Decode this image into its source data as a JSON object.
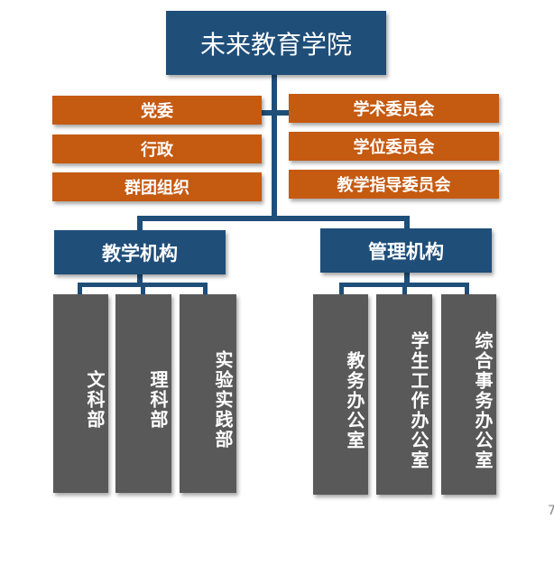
{
  "root": "未来教育学院",
  "left_units": [
    "党委",
    "行政",
    "群团组织"
  ],
  "right_units": [
    "学术委员会",
    "学位委员会",
    "教学指导委员会"
  ],
  "teaching": {
    "label": "教学机构",
    "children": [
      "文科部",
      "理科部",
      "实验实践部"
    ]
  },
  "management": {
    "label": "管理机构",
    "children": [
      "教务办公室",
      "学生工作办公室",
      "综合事务办公室"
    ]
  },
  "page_number": "7"
}
